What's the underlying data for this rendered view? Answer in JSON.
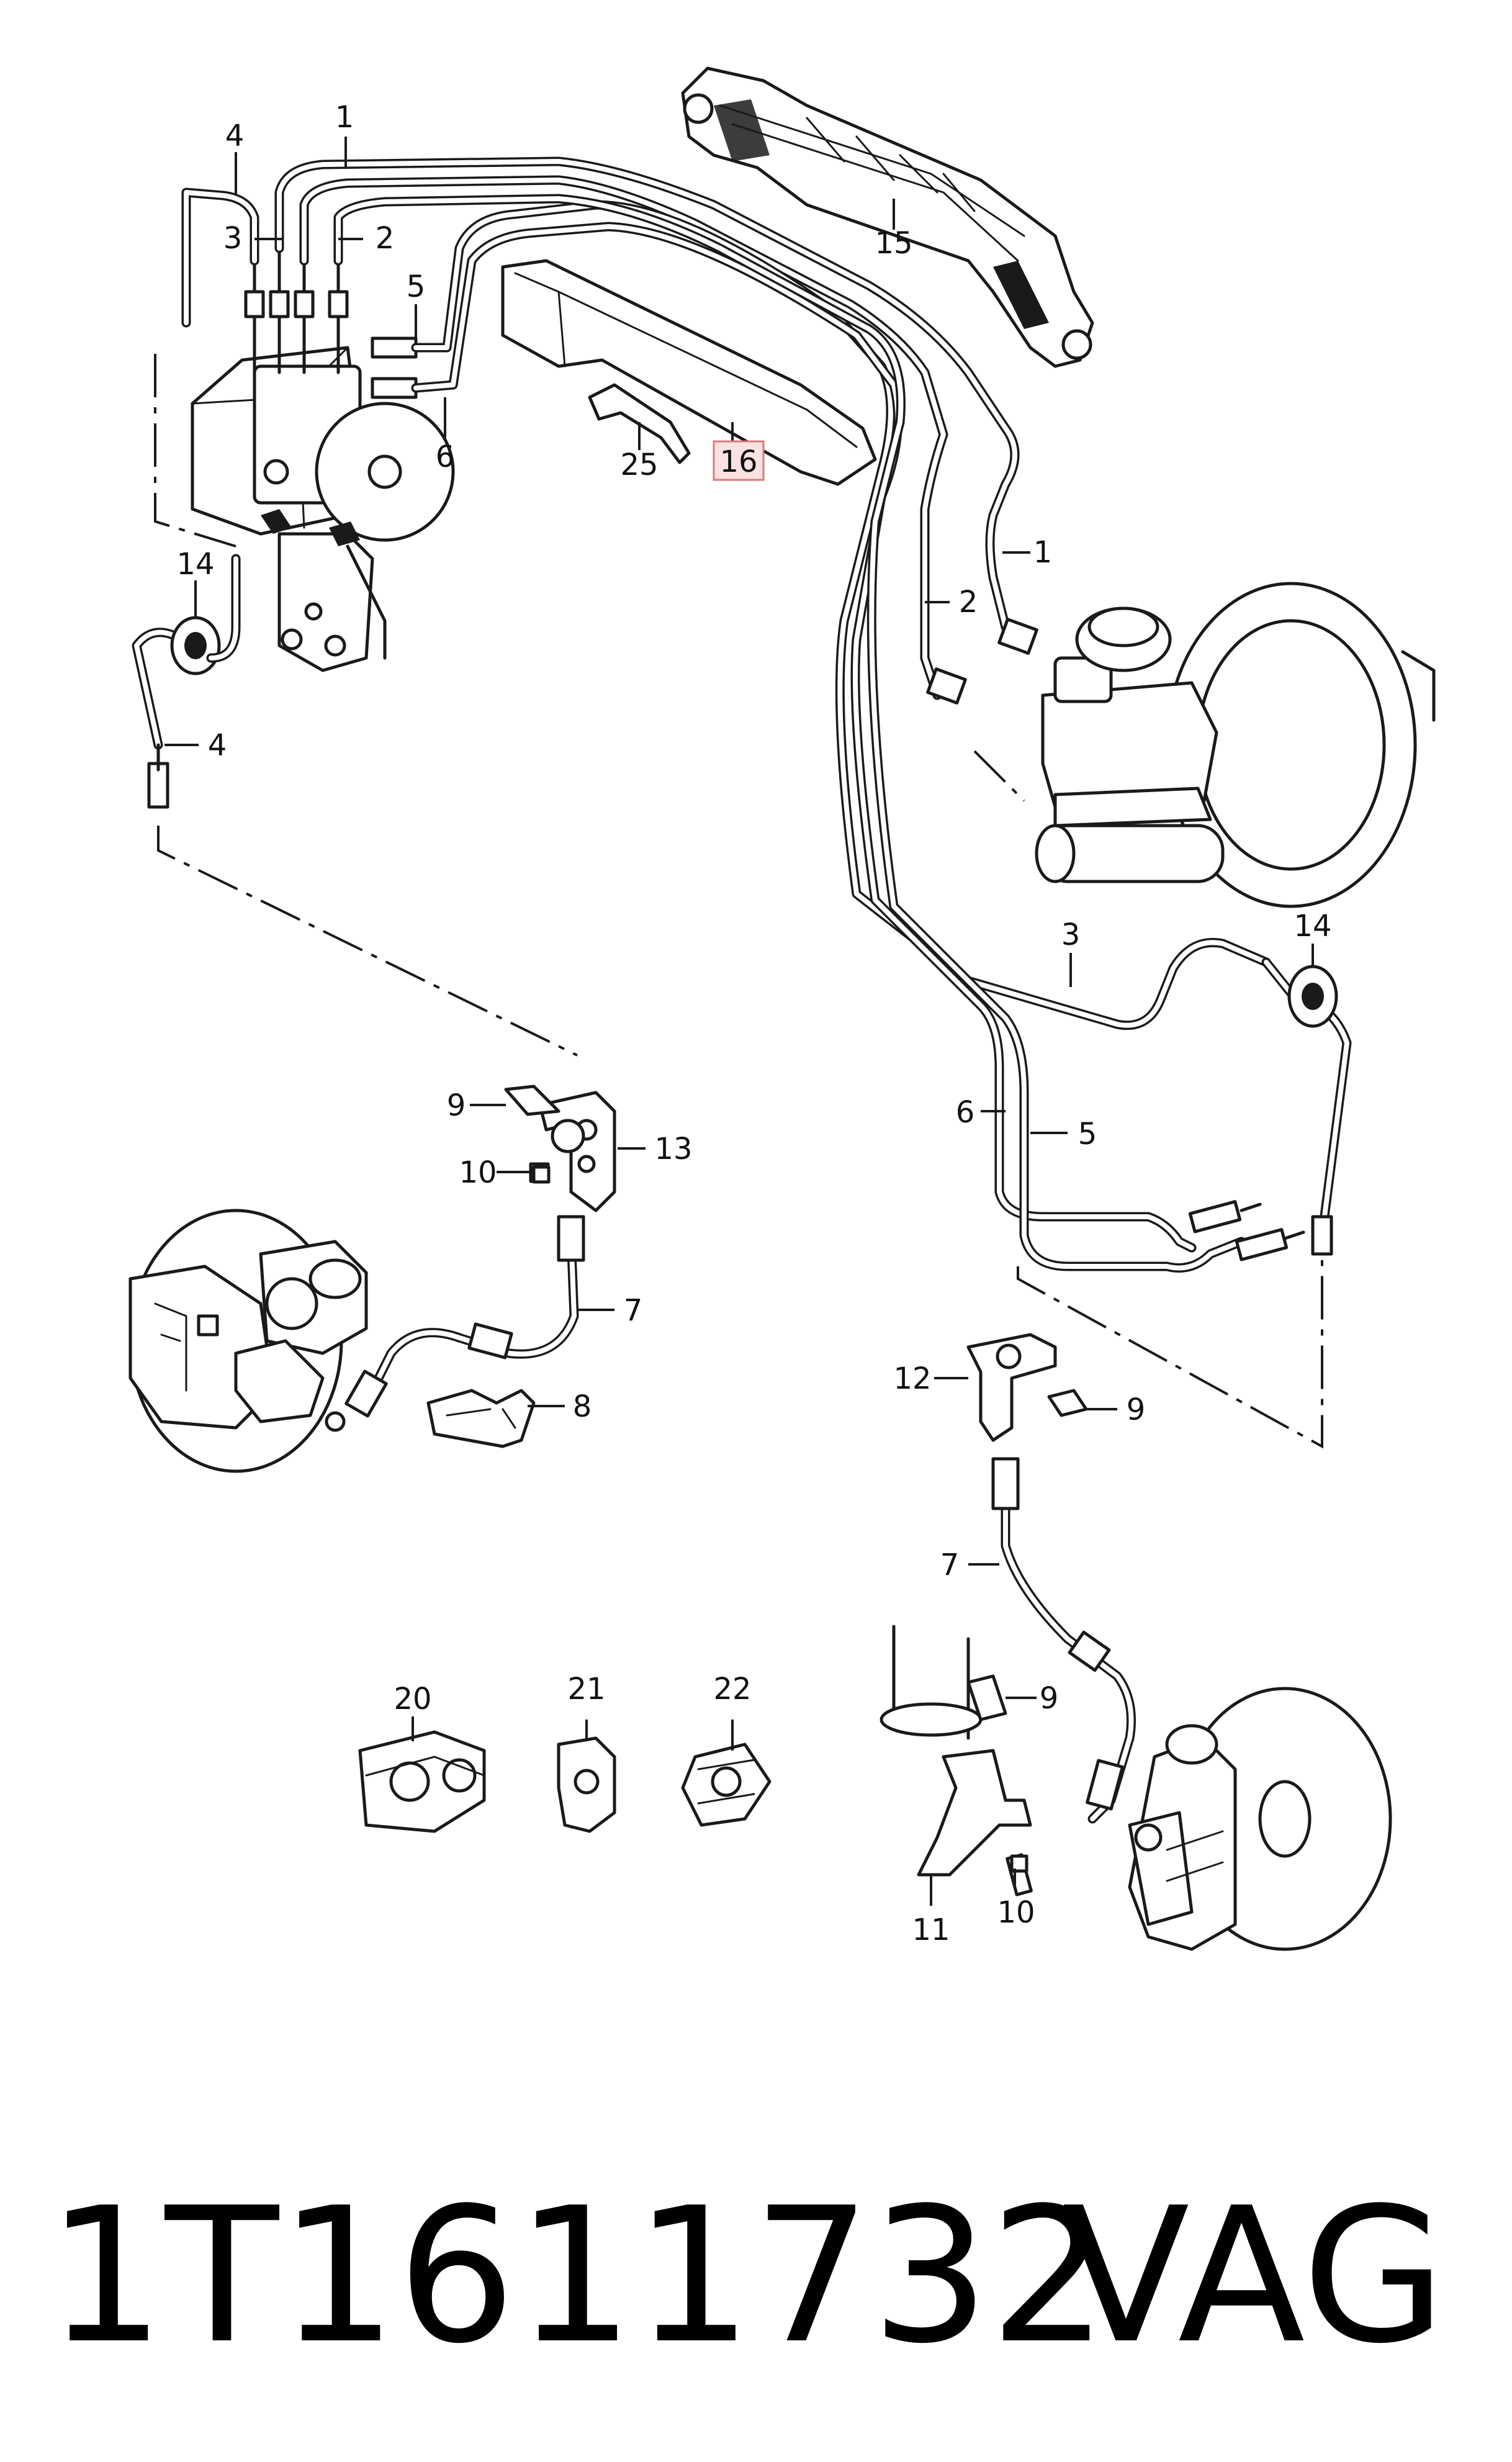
{
  "diagram": {
    "callouts": [
      {
        "id": "c1a",
        "text": "1"
      },
      {
        "id": "c2a",
        "text": "2"
      },
      {
        "id": "c3a",
        "text": "3"
      },
      {
        "id": "c4a",
        "text": "4"
      },
      {
        "id": "c5a",
        "text": "5"
      },
      {
        "id": "c6a",
        "text": "6"
      },
      {
        "id": "c14a",
        "text": "14"
      },
      {
        "id": "c4b",
        "text": "4"
      },
      {
        "id": "c15",
        "text": "15"
      },
      {
        "id": "c25",
        "text": "25"
      },
      {
        "id": "c16",
        "text": "16"
      },
      {
        "id": "c1b",
        "text": "1"
      },
      {
        "id": "c2b",
        "text": "2"
      },
      {
        "id": "c3b",
        "text": "3"
      },
      {
        "id": "c14b",
        "text": "14"
      },
      {
        "id": "c6b",
        "text": "6"
      },
      {
        "id": "c5b",
        "text": "5"
      },
      {
        "id": "c9a",
        "text": "9"
      },
      {
        "id": "c13",
        "text": "13"
      },
      {
        "id": "c10a",
        "text": "10"
      },
      {
        "id": "c7a",
        "text": "7"
      },
      {
        "id": "c8",
        "text": "8"
      },
      {
        "id": "c12",
        "text": "12"
      },
      {
        "id": "c9b",
        "text": "9"
      },
      {
        "id": "c7b",
        "text": "7"
      },
      {
        "id": "c20",
        "text": "20"
      },
      {
        "id": "c21",
        "text": "21"
      },
      {
        "id": "c22",
        "text": "22"
      },
      {
        "id": "c9c",
        "text": "9"
      },
      {
        "id": "c11",
        "text": "11"
      },
      {
        "id": "c10b",
        "text": "10"
      }
    ],
    "highlighted_callout": "16"
  },
  "footer": {
    "part_number": "1T1611732",
    "brand": "VAG"
  }
}
